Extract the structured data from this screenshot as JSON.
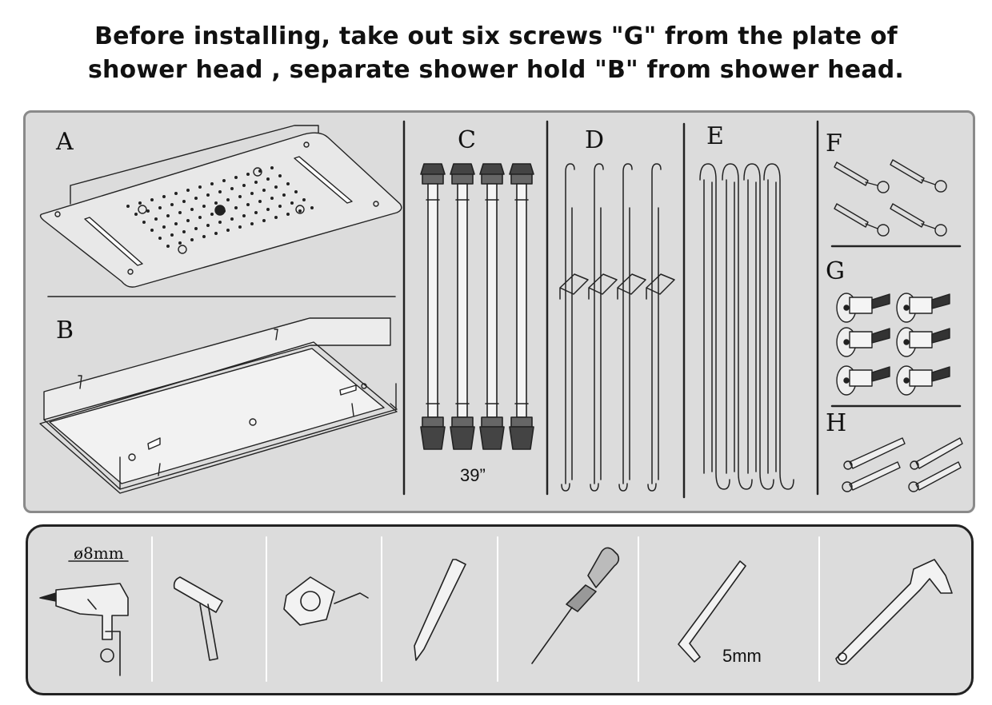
{
  "instructions": {
    "line1": "Before installing, take out six screws \"G\" from the plate of",
    "line2": "shower head , separate shower hold \"B\" from shower head."
  },
  "parts": {
    "A": "A",
    "B": "B",
    "C": "C",
    "D": "D",
    "E": "E",
    "F": "F",
    "G": "G",
    "H": "H",
    "hose_length": "39”"
  },
  "tools": {
    "drill_size": "ø8mm",
    "hex_key_size": "5mm"
  }
}
